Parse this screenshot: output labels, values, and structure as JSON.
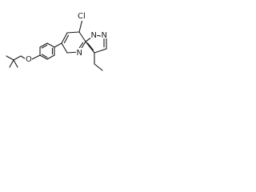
{
  "molecule": {
    "atoms": {
      "cl": "Cl",
      "n_pyrazole_1": "N",
      "n_pyrazole_2": "N",
      "n_pyrimidine": "N",
      "o_ether": "O"
    }
  },
  "colors": {
    "bond": "#1a1a1a",
    "background": "#ffffff"
  }
}
